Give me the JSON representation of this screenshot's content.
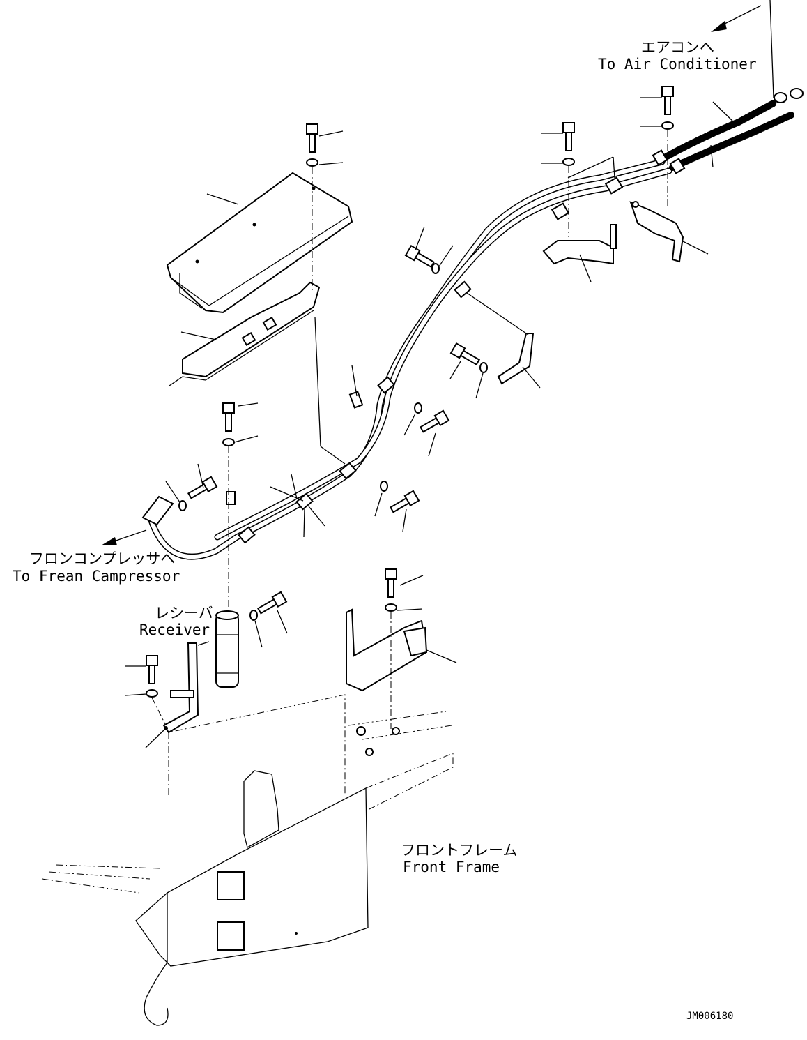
{
  "labels": {
    "air_conditioner_jp": "エアコンへ",
    "air_conditioner_en": "To Air Conditioner",
    "compressor_jp": "フロンコンプレッサへ",
    "compressor_en": "To Frean Campressor",
    "receiver_jp": "レシーバ",
    "receiver_en": "Receiver",
    "front_frame_jp": "フロントフレーム",
    "front_frame_en": "Front Frame",
    "drawing_code": "JM006180"
  }
}
